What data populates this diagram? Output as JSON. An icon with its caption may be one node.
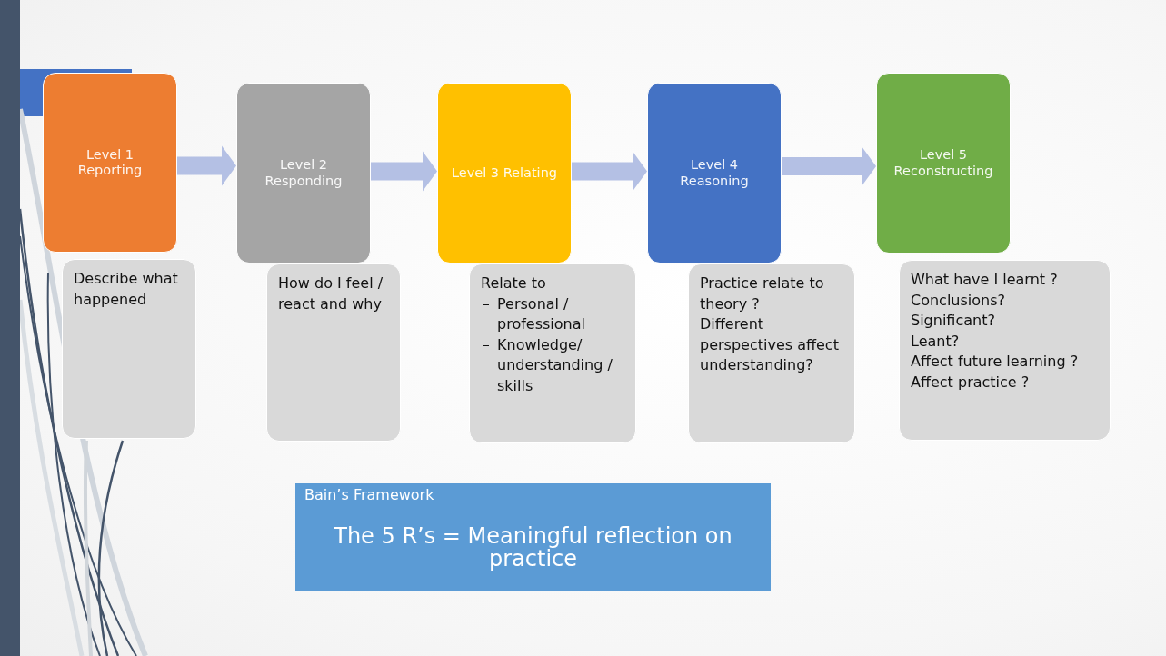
{
  "diagram": {
    "nodes": [
      {
        "text": [
          "Level 1 Reporting"
        ]
      },
      {
        "text": [
          "Describe what happened"
        ]
      },
      {
        "text": [
          "Level 2 Responding"
        ]
      },
      {
        "text": [
          "How do I feel / react and why"
        ]
      },
      {
        "text": [
          "Level 3 Relating"
        ]
      },
      {
        "text": [
          "Relate to",
          "Personal / professional",
          "Knowledge/ understanding / skills"
        ]
      },
      {
        "text": [
          "Level 4 Reasoning"
        ]
      },
      {
        "text": [
          "Practice relate to theory ?",
          "Different perspectives affect understanding?"
        ]
      },
      {
        "text": [
          "Level 5 Reconstructing"
        ]
      },
      {
        "text": [
          "What have I learnt ?",
          "Conclusions?",
          "Significant?",
          "Leant?",
          "Affect future learning ? Affect practice ?"
        ]
      },
      {
        "text": [
          "Bain’s Framework",
          "The 5 R’s = Meaningful reflection on practice"
        ]
      }
    ],
    "edges": [
      {
        "from": 0,
        "to": 2,
        "arrow": "to"
      },
      {
        "from": 2,
        "to": 4,
        "arrow": "to"
      },
      {
        "from": 4,
        "to": 6,
        "arrow": "to"
      },
      {
        "from": 6,
        "to": 8,
        "arrow": "to"
      }
    ]
  }
}
